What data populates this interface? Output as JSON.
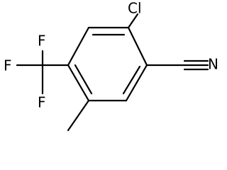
{
  "structure": {
    "atoms": {
      "chlorine": "Cl",
      "nitrogen": "N",
      "fluorine_left": "F",
      "fluorine_top": "F",
      "fluorine_bottom": "F"
    }
  }
}
